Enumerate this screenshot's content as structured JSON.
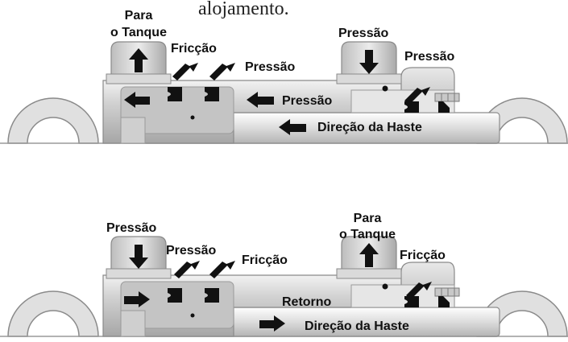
{
  "top_caption": "alojamento.",
  "diagram_top": {
    "labels": {
      "port_left_line1": "Para",
      "port_left_line2": "o Tanque",
      "friction": "Fricção",
      "pressure_seal_right": "Pressão",
      "port_right": "Pressão",
      "wiper_pressure": "Pressão",
      "inner_pressure": "Pressão",
      "rod_direction": "Direção da Haste"
    }
  },
  "diagram_bottom": {
    "labels": {
      "port_left": "Pressão",
      "pressure_seal_left": "Pressão",
      "friction": "Fricção",
      "port_right_line1": "Para",
      "port_right_line2": "o Tanque",
      "wiper_friction": "Fricção",
      "return_label": "Retorno",
      "rod_direction": "Direção da Haste"
    }
  },
  "colors": {
    "body_light": "#d6d6d6",
    "body_dark": "#9a9a9a",
    "rod_light": "#e2e2e2",
    "seal_black": "#111111",
    "arrow_black": "#111111"
  }
}
